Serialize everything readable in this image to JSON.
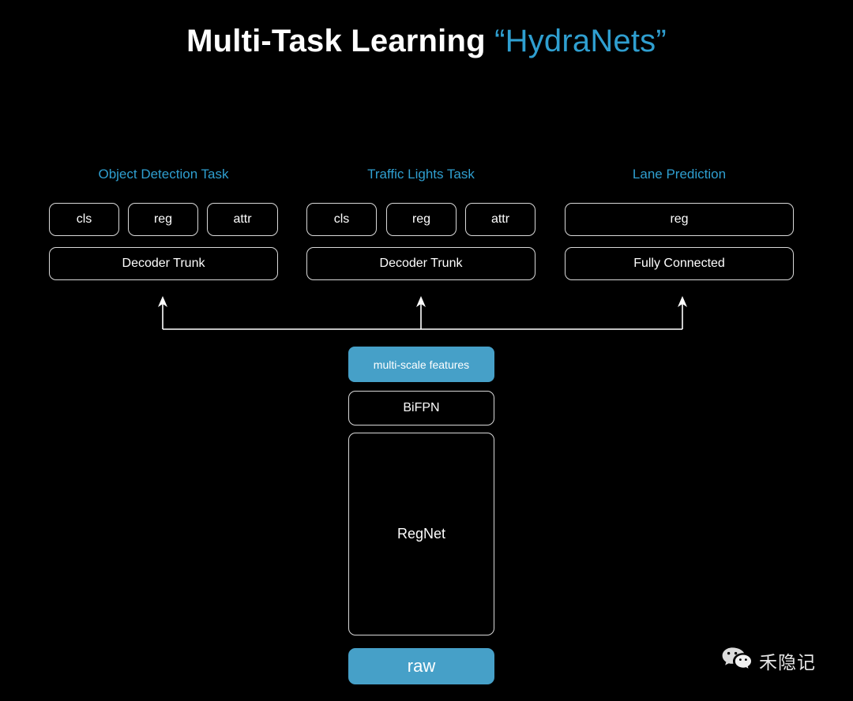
{
  "title": {
    "main": "Multi-Task Learning",
    "accent": "“HydraNets”"
  },
  "colors": {
    "background": "#000000",
    "accent_blue": "#2f9fd0",
    "fill_blue": "#46a0c8",
    "box_border": "#d9d9d9",
    "text": "#ffffff"
  },
  "columns": [
    {
      "label": "Object Detection Task",
      "heads": [
        "cls",
        "reg",
        "attr"
      ],
      "trunk": "Decoder Trunk"
    },
    {
      "label": "Traffic Lights Task",
      "heads": [
        "cls",
        "reg",
        "attr"
      ],
      "trunk": "Decoder Trunk"
    },
    {
      "label": "Lane Prediction",
      "heads": [
        "reg"
      ],
      "trunk": "Fully Connected"
    }
  ],
  "backbone": {
    "multi_scale_features": "multi-scale features",
    "bifpn": "BiFPN",
    "regnet": "RegNet",
    "raw": "raw"
  },
  "watermark": {
    "icon": "wechat-icon",
    "text": "禾隐记"
  }
}
